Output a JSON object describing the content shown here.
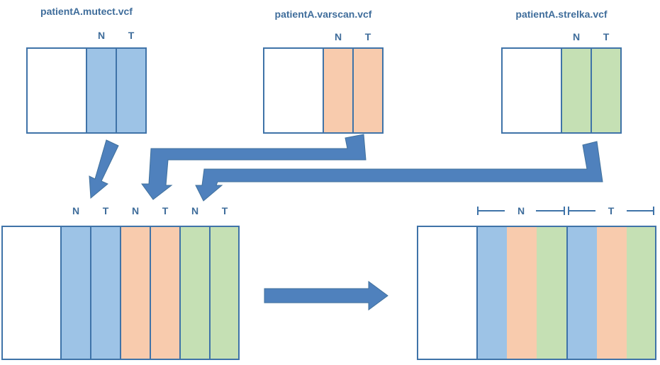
{
  "files": [
    {
      "name": "patientA.mutect.vcf",
      "columns": [
        "N",
        "T"
      ]
    },
    {
      "name": "patientA.varscan.vcf",
      "columns": [
        "N",
        "T"
      ]
    },
    {
      "name": "patientA.strelka.vcf",
      "columns": [
        "N",
        "T"
      ]
    }
  ],
  "merged": {
    "columns": [
      "N",
      "T",
      "N",
      "T",
      "N",
      "T"
    ]
  },
  "grouped": {
    "groups": [
      "N",
      "T"
    ]
  },
  "colors": {
    "mutect": "#9dc3e6",
    "varscan": "#f8cbad",
    "strelka": "#c5e0b4",
    "border": "#3f73a8",
    "arrow": "#4f81bd",
    "label": "#3f6d9b"
  }
}
